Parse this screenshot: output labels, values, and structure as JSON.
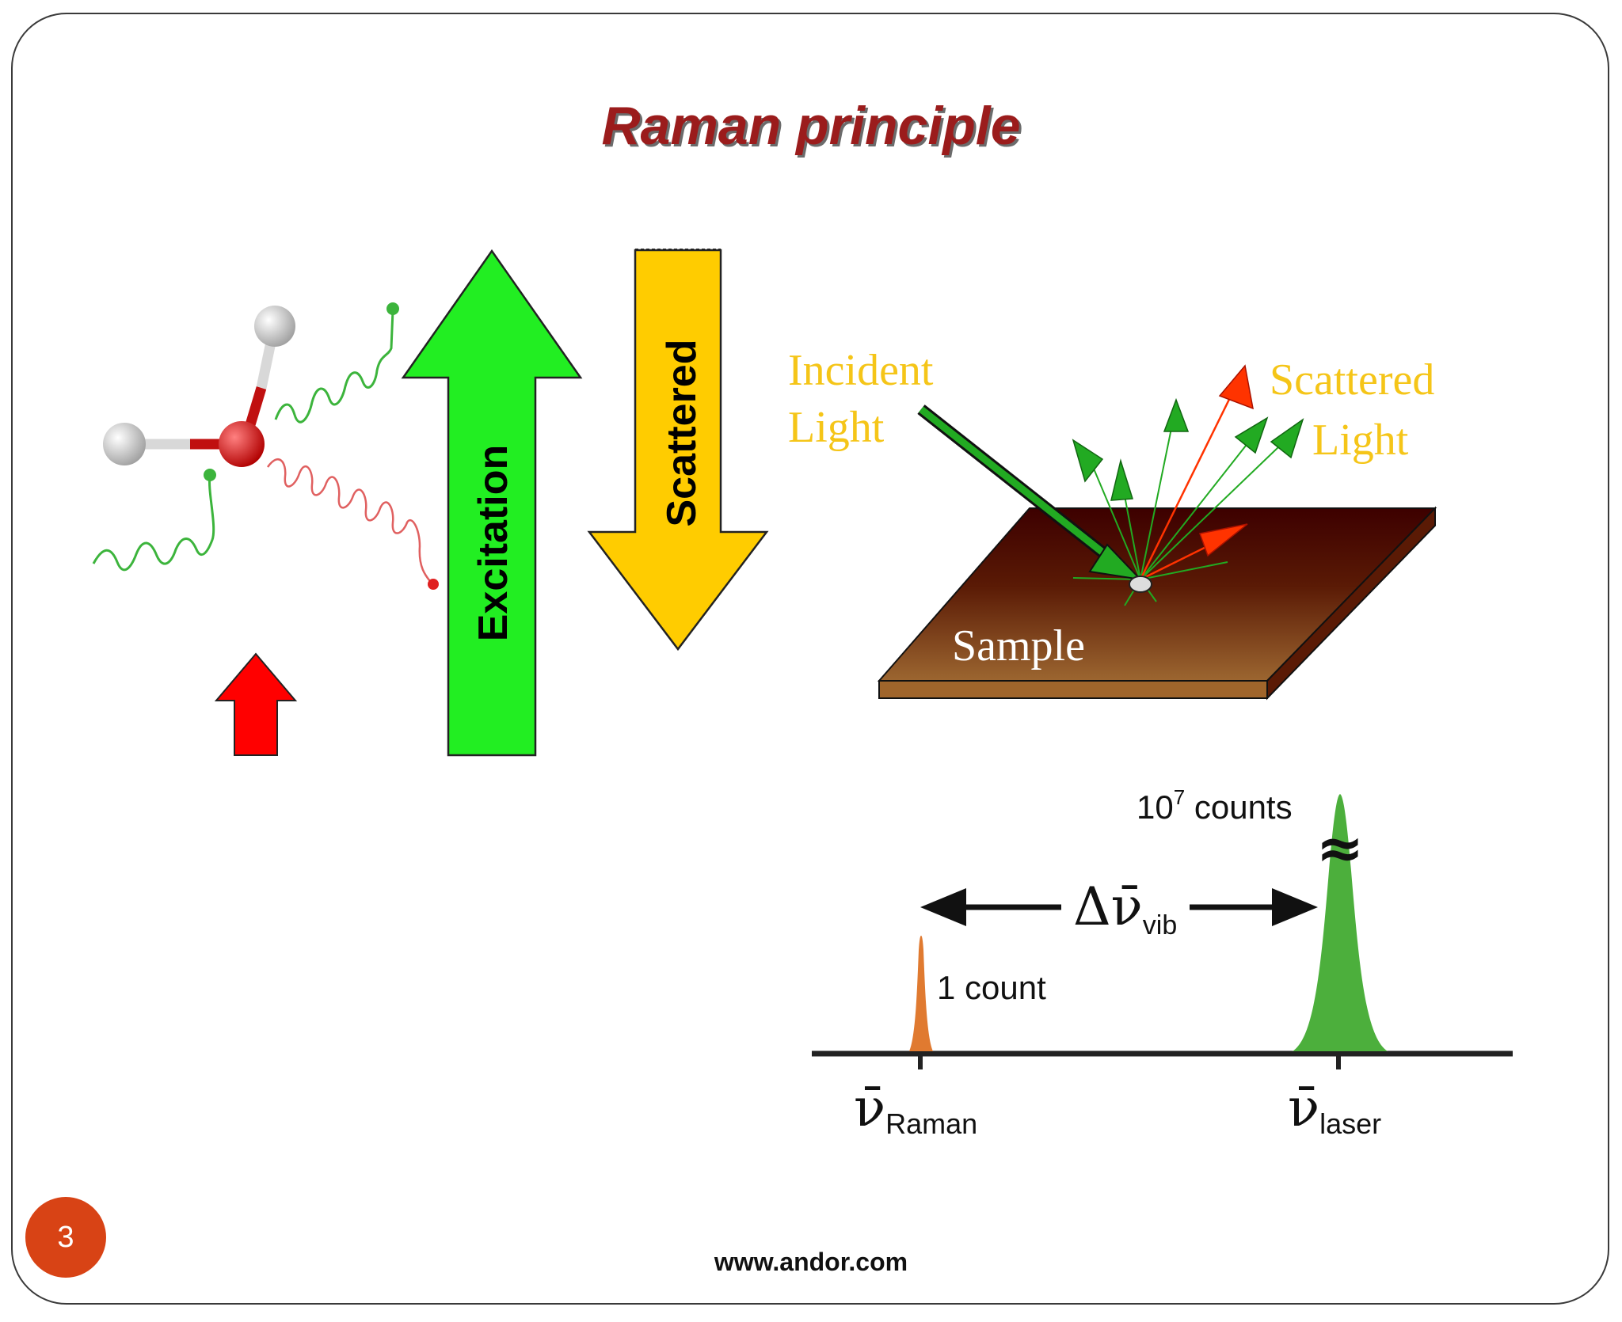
{
  "slide": {
    "title": "Raman principle",
    "page_number": "3",
    "footer": "www.andor.com"
  },
  "energy_arrows": {
    "excitation_label": "Excitation",
    "scattered_label": "Scattered"
  },
  "scattering": {
    "incident_line1": "Incident",
    "incident_line2": "Light",
    "scattered_line1": "Scattered",
    "scattered_line2": "Light",
    "sample_label": "Sample"
  },
  "spectrum": {
    "laser_counts_base": "10",
    "laser_counts_exp": "7",
    "laser_counts_unit": "counts",
    "raman_counts": "1 count",
    "shift_symbol": "Δν̄",
    "shift_subscript": "vib",
    "raman_symbol": "ν̄",
    "raman_subscript": "Raman",
    "laser_symbol": "ν̄",
    "laser_subscript": "laser",
    "break_mark": "≈"
  },
  "colors": {
    "title": "#9b1c1c",
    "excitation_arrow": "#22ee22",
    "scattered_arrow": "#ffcc00",
    "small_arrow": "#ff0000",
    "label_yellow": "#f5c518",
    "laser_peak": "#4caf3c",
    "raman_peak": "#e07a30",
    "page_badge": "#d84315"
  }
}
